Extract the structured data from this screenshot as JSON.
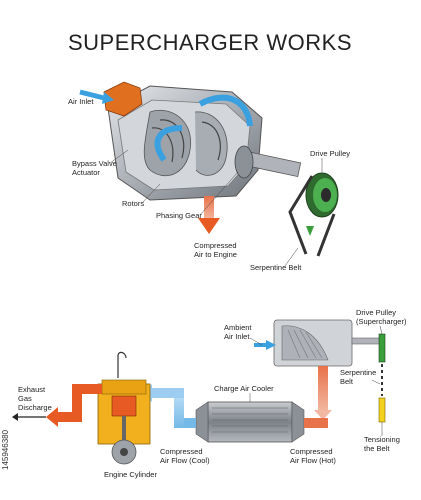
{
  "title": "SUPERCHARGER WORKS",
  "top_labels": {
    "air_inlet": "Air Inlet",
    "bypass_line1": "Bypass Valve",
    "bypass_line2": "Actuator",
    "rotors": "Rotors",
    "phasing_gear": "Phasing Gear",
    "drive_pulley": "Drive Pulley",
    "compressed_line1": "Compressed",
    "compressed_line2": "Air to Engine",
    "serpentine_belt": "Serpentine Belt"
  },
  "bottom_labels": {
    "ambient_line1": "Ambient",
    "ambient_line2": "Air Inlet",
    "drive_pulley_line1": "Drive Pulley",
    "drive_pulley_line2": "(Supercharger)",
    "serpentine_line1": "Serpentine",
    "serpentine_line2": "Belt",
    "exhaust_line1": "Exhaust",
    "exhaust_line2": "Gas",
    "exhaust_line3": "Discharge",
    "charge_air_cooler": "Charge Air Cooler",
    "cool_line1": "Compressed",
    "cool_line2": "Air Flow (Cool)",
    "hot_line1": "Compressed",
    "hot_line2": "Air Flow (Hot)",
    "tensioning_line1": "Tensioning",
    "tensioning_line2": "the Belt",
    "engine_cylinder": "Engine Cylinder"
  },
  "side_code": "145946380",
  "colors": {
    "hot": "#e85a23",
    "cool": "#74b9e8",
    "arrow_blue": "#3aa0e0",
    "belt_green": "#3a9e3a",
    "piston_yellow": "#f2b01e",
    "metal": "#b8bcc2"
  }
}
